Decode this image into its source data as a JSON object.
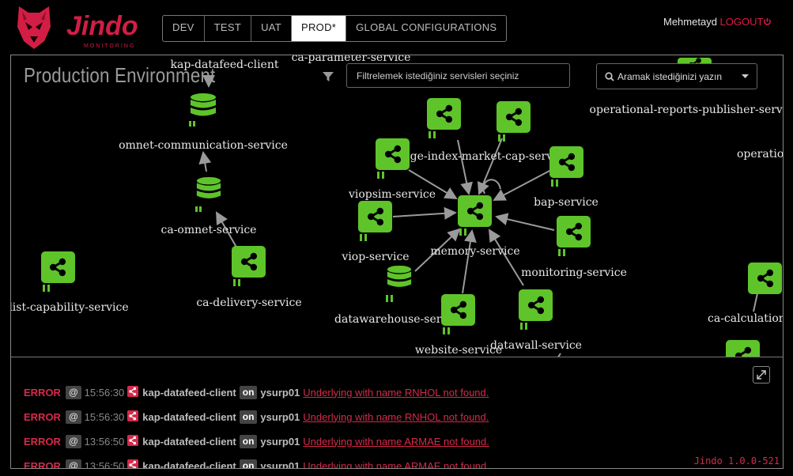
{
  "header": {
    "logo_text": "Jindo",
    "logo_sub": "MONITORING",
    "env_tabs": [
      {
        "label": "DEV"
      },
      {
        "label": "TEST"
      },
      {
        "label": "UAT"
      },
      {
        "label": "PROD*"
      },
      {
        "label": "GLOBAL CONFIGURATIONS"
      }
    ],
    "username": "Mehmetayd",
    "logout_label": "LOGOUT"
  },
  "graph": {
    "title": "Production Environment",
    "filter_placeholder": "Filtrelemek istediğiniz servisleri seçiniz",
    "search_placeholder": "Aramak istediğinizi yazın",
    "nodes": [
      {
        "label": "kap-datafeed-client",
        "kind": "database"
      },
      {
        "label": "ca-parameter-service",
        "kind": "service"
      },
      {
        "label": "omnet-communication-service",
        "kind": "database"
      },
      {
        "label": "ca-omnet-service",
        "kind": "database"
      },
      {
        "label": "ca-delivery-service",
        "kind": "service"
      },
      {
        "label": "list-capability-service",
        "kind": "service"
      },
      {
        "label": "age-index-market-cap-service",
        "kind": "service"
      },
      {
        "label": "viopsim-service",
        "kind": "service"
      },
      {
        "label": "bap-service",
        "kind": "service"
      },
      {
        "label": "memory-service",
        "kind": "service"
      },
      {
        "label": "viop-service",
        "kind": "service"
      },
      {
        "label": "monitoring-service",
        "kind": "service"
      },
      {
        "label": "datawarehouse-service",
        "kind": "database"
      },
      {
        "label": "website-service",
        "kind": "service"
      },
      {
        "label": "datawall-service",
        "kind": "service"
      },
      {
        "label": "operational-reports-publisher-service",
        "kind": "service"
      },
      {
        "label": "operational",
        "kind": "service"
      },
      {
        "label": "ca-calculation-service",
        "kind": "service"
      }
    ]
  },
  "logs": {
    "rows": [
      {
        "level": "ERROR",
        "at": "@",
        "time": "15:56:30",
        "service": "kap-datafeed-client",
        "on": "on",
        "host": "ysurp01",
        "message": "Underlying with name RNHOL not found."
      },
      {
        "level": "ERROR",
        "at": "@",
        "time": "15:56:30",
        "service": "kap-datafeed-client",
        "on": "on",
        "host": "ysurp01",
        "message": "Underlying with name RNHOL not found."
      },
      {
        "level": "ERROR",
        "at": "@",
        "time": "13:56:50",
        "service": "kap-datafeed-client",
        "on": "on",
        "host": "ysurp01",
        "message": "Underlying with name ARMAE not found."
      },
      {
        "level": "ERROR",
        "at": "@",
        "time": "13:56:50",
        "service": "kap-datafeed-client",
        "on": "on",
        "host": "ysurp01",
        "message": "Underlying with name ARMAE not found."
      }
    ],
    "version": "Jindo 1.0.0-521"
  },
  "colors": {
    "accent": "#e0194a",
    "node_green": "#5ec42a",
    "error_red": "#d52a4a"
  },
  "icons": [
    "wolf-logo-icon",
    "filter-icon",
    "search-icon",
    "caret-down-icon",
    "share-icon",
    "database-icon",
    "expand-icon",
    "power-icon"
  ]
}
